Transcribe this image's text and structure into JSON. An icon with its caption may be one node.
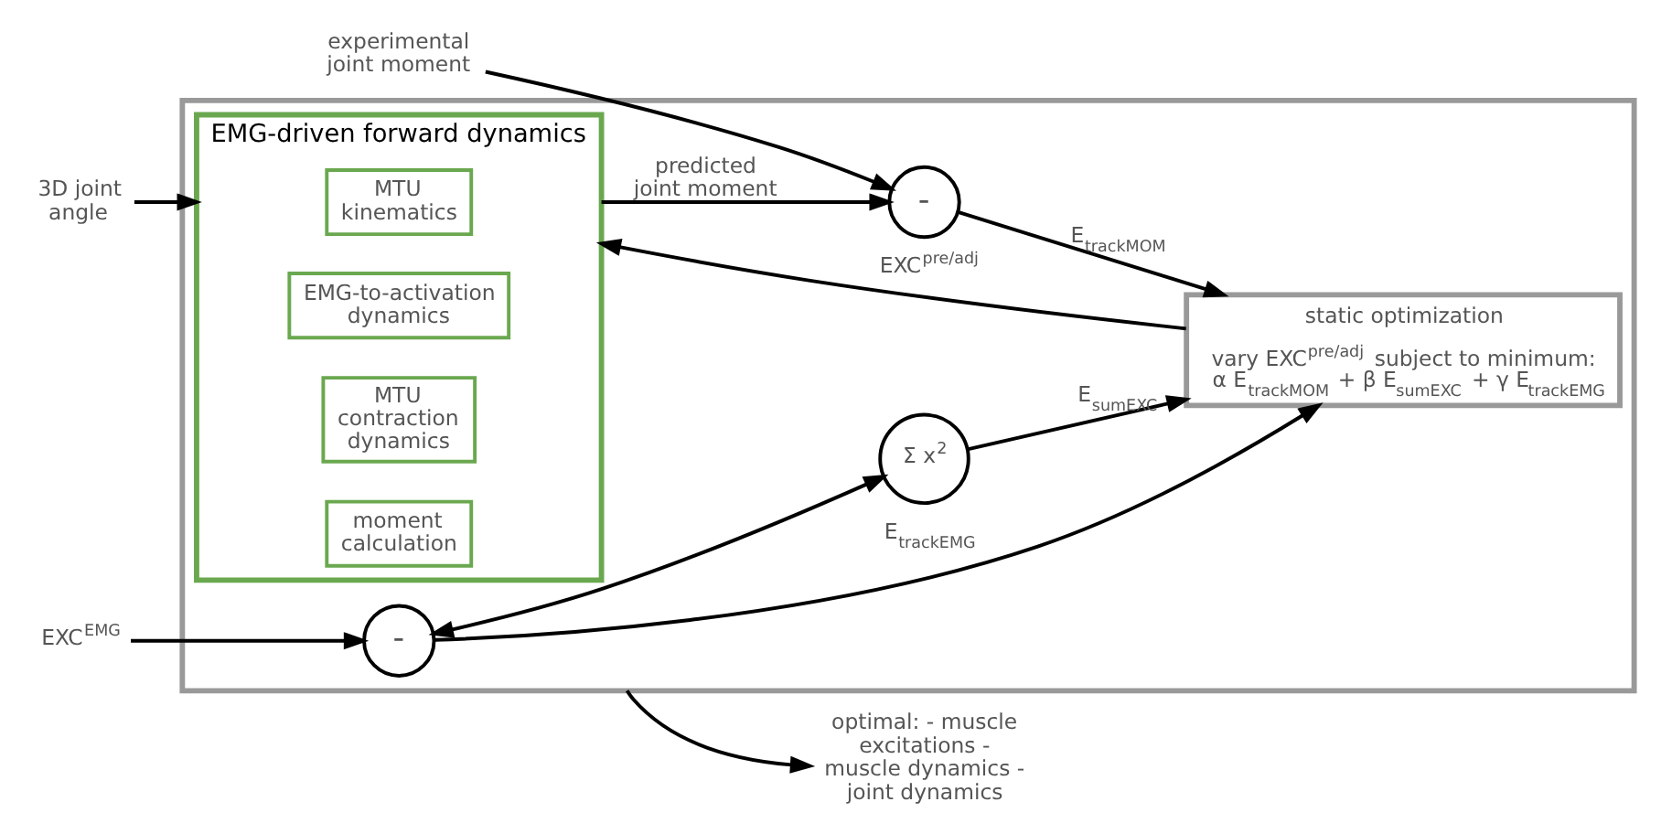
{
  "diagram": {
    "nodes": [
      {
        "text": [],
        "shape": "box"
      },
      {
        "text": [
          "EMG-driven forward dynamics"
        ],
        "in": 0
      },
      {
        "text": [
          "MTU kinematics"
        ],
        "in": 1
      },
      {
        "text": [
          "EMG-to-activation dynamics"
        ],
        "in": 1
      },
      {
        "text": [
          "MTU contraction dynamics"
        ],
        "in": 1
      },
      {
        "text": [
          "moment calculation"
        ],
        "in": 1
      },
      {
        "text": [
          "-"
        ],
        "in": 0
      },
      {
        "text": [
          "-"
        ],
        "in": 0
      },
      {
        "text": [
          "static optimization",
          "vary EXC$^{pre/adj}$ subject to minimum: α E$_{trackMOM}$ + β E$_{sumEXC}$ + γ E$_{trackEMG}$"
        ],
        "in": 0
      },
      {
        "text": [
          "Σ x$^{2}$"
        ],
        "in": 0
      },
      {
        "text": [
          "3D joint angle"
        ]
      },
      {
        "text": [
          "experimental joint moment"
        ]
      },
      {
        "text": [
          "EXC$^{EMG}$"
        ]
      },
      {
        "text": [
          "optimal: - muscle excitations - muscle dynamics - joint dynamics"
        ]
      }
    ],
    "edges": [
      {
        "from": 10,
        "to": 1,
        "arrow": "to"
      },
      {
        "from": 8,
        "to": 1,
        "arrow": "to",
        "label": "EXC$^{pre/adj}$"
      },
      {
        "from": 1,
        "to": 6,
        "arrow": "to",
        "label": "predicted joint moment"
      },
      {
        "from": 11,
        "to": 6,
        "arrow": "to"
      },
      {
        "from": 12,
        "to": 7,
        "arrow": "to"
      },
      {
        "from": 7,
        "to": 8,
        "arrow": "to",
        "label": "E$_{trackEMG}$"
      },
      {
        "from": 6,
        "to": 8,
        "arrow": "to",
        "label": "E$_{trackMOM}$"
      },
      {
        "from": 9,
        "to": 8,
        "arrow": "to",
        "label": "E$_{sumEXC}$"
      },
      {
        "from": 7,
        "to": 9,
        "arrow": "both"
      },
      {
        "from": 0,
        "to": 13,
        "arrow": "to"
      }
    ]
  }
}
